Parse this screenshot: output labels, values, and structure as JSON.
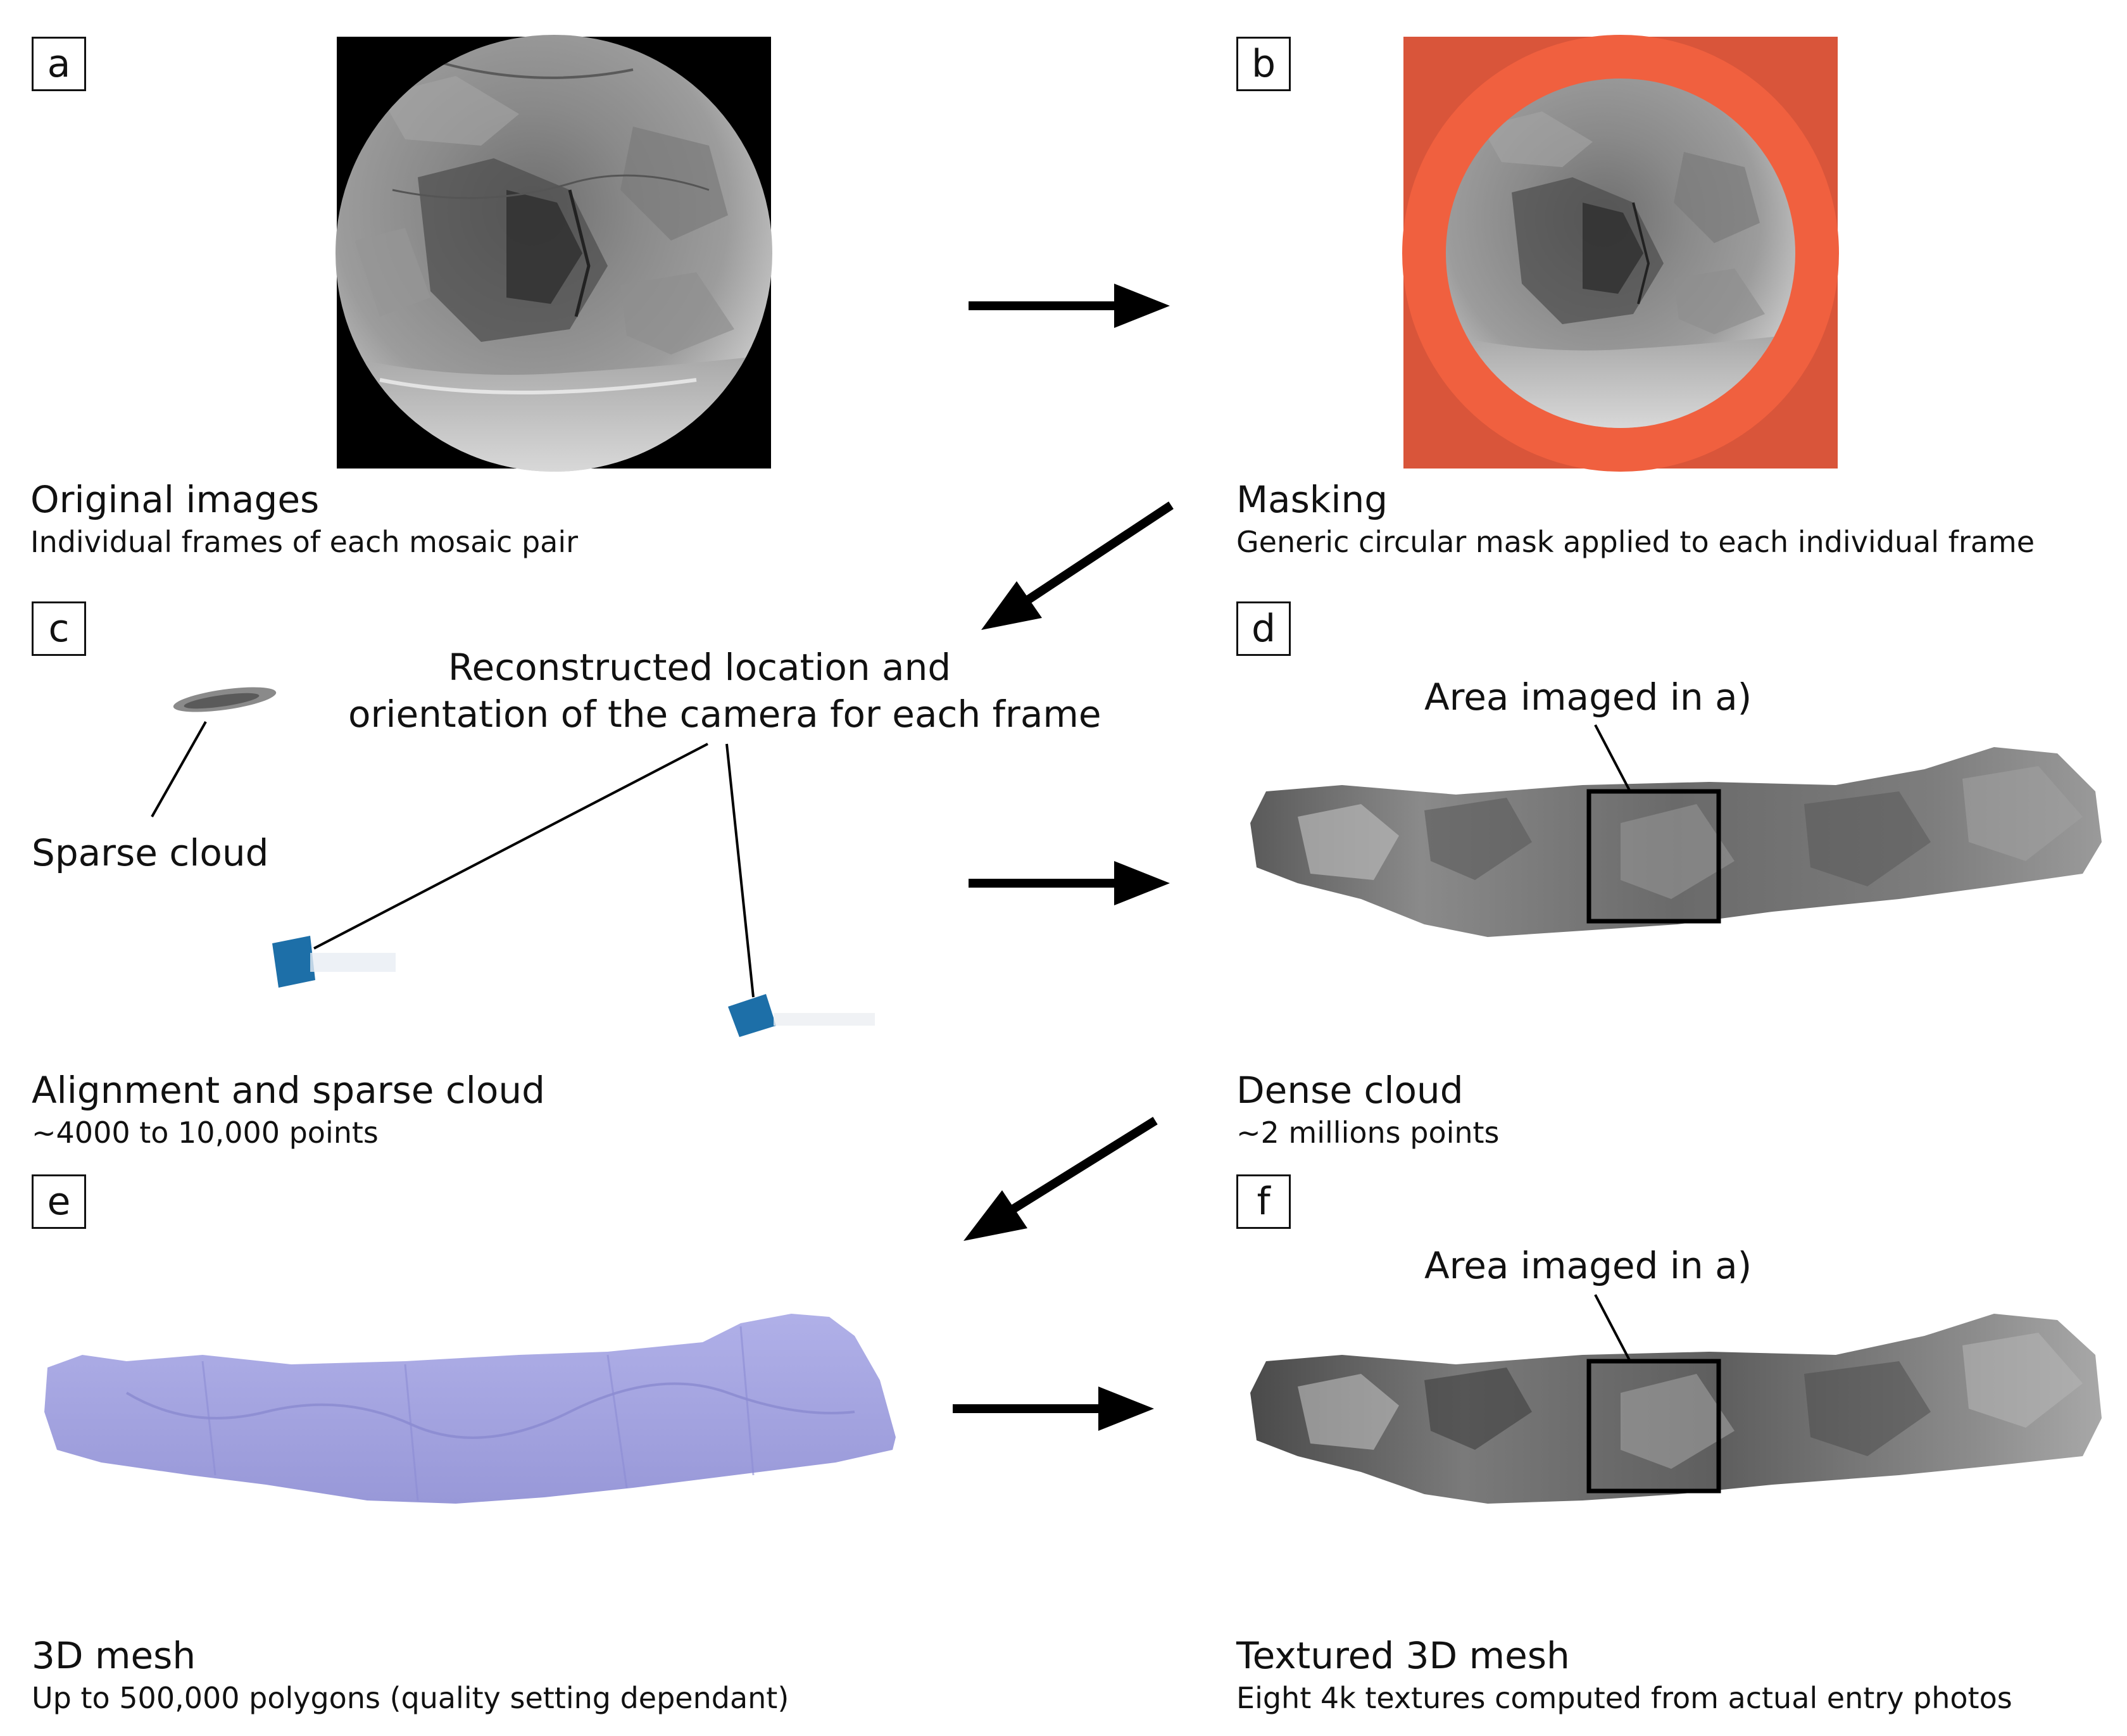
{
  "panels": {
    "a": {
      "letter": "a",
      "title": "Original images",
      "subtitle": "Individual frames of each mosaic pair"
    },
    "b": {
      "letter": "b",
      "title": "Masking",
      "subtitle": "Generic circular mask applied to each individual frame"
    },
    "c": {
      "letter": "c",
      "title": "Alignment and sparse cloud",
      "subtitle": "~4000 to 10,000 points",
      "annotation_line1": "Reconstructed location and",
      "annotation_line2": "orientation of the camera for each frame",
      "sparse_label": "Sparse cloud"
    },
    "d": {
      "letter": "d",
      "title": "Dense cloud",
      "subtitle": "~2 millions points",
      "area_label": "Area imaged in a)"
    },
    "e": {
      "letter": "e",
      "title": "3D mesh",
      "subtitle": "Up to 500,000 polygons (quality setting dependant)"
    },
    "f": {
      "letter": "f",
      "title": "Textured 3D mesh",
      "subtitle": "Eight 4k textures computed from actual entry photos",
      "area_label": "Area imaged in a)"
    }
  },
  "colors": {
    "mask": "#e85a3c",
    "mesh": "#a3a3e0",
    "camera": "#1d6fa8",
    "rock_dark": "#3a3a3a",
    "rock_light": "#b0b0b0"
  }
}
